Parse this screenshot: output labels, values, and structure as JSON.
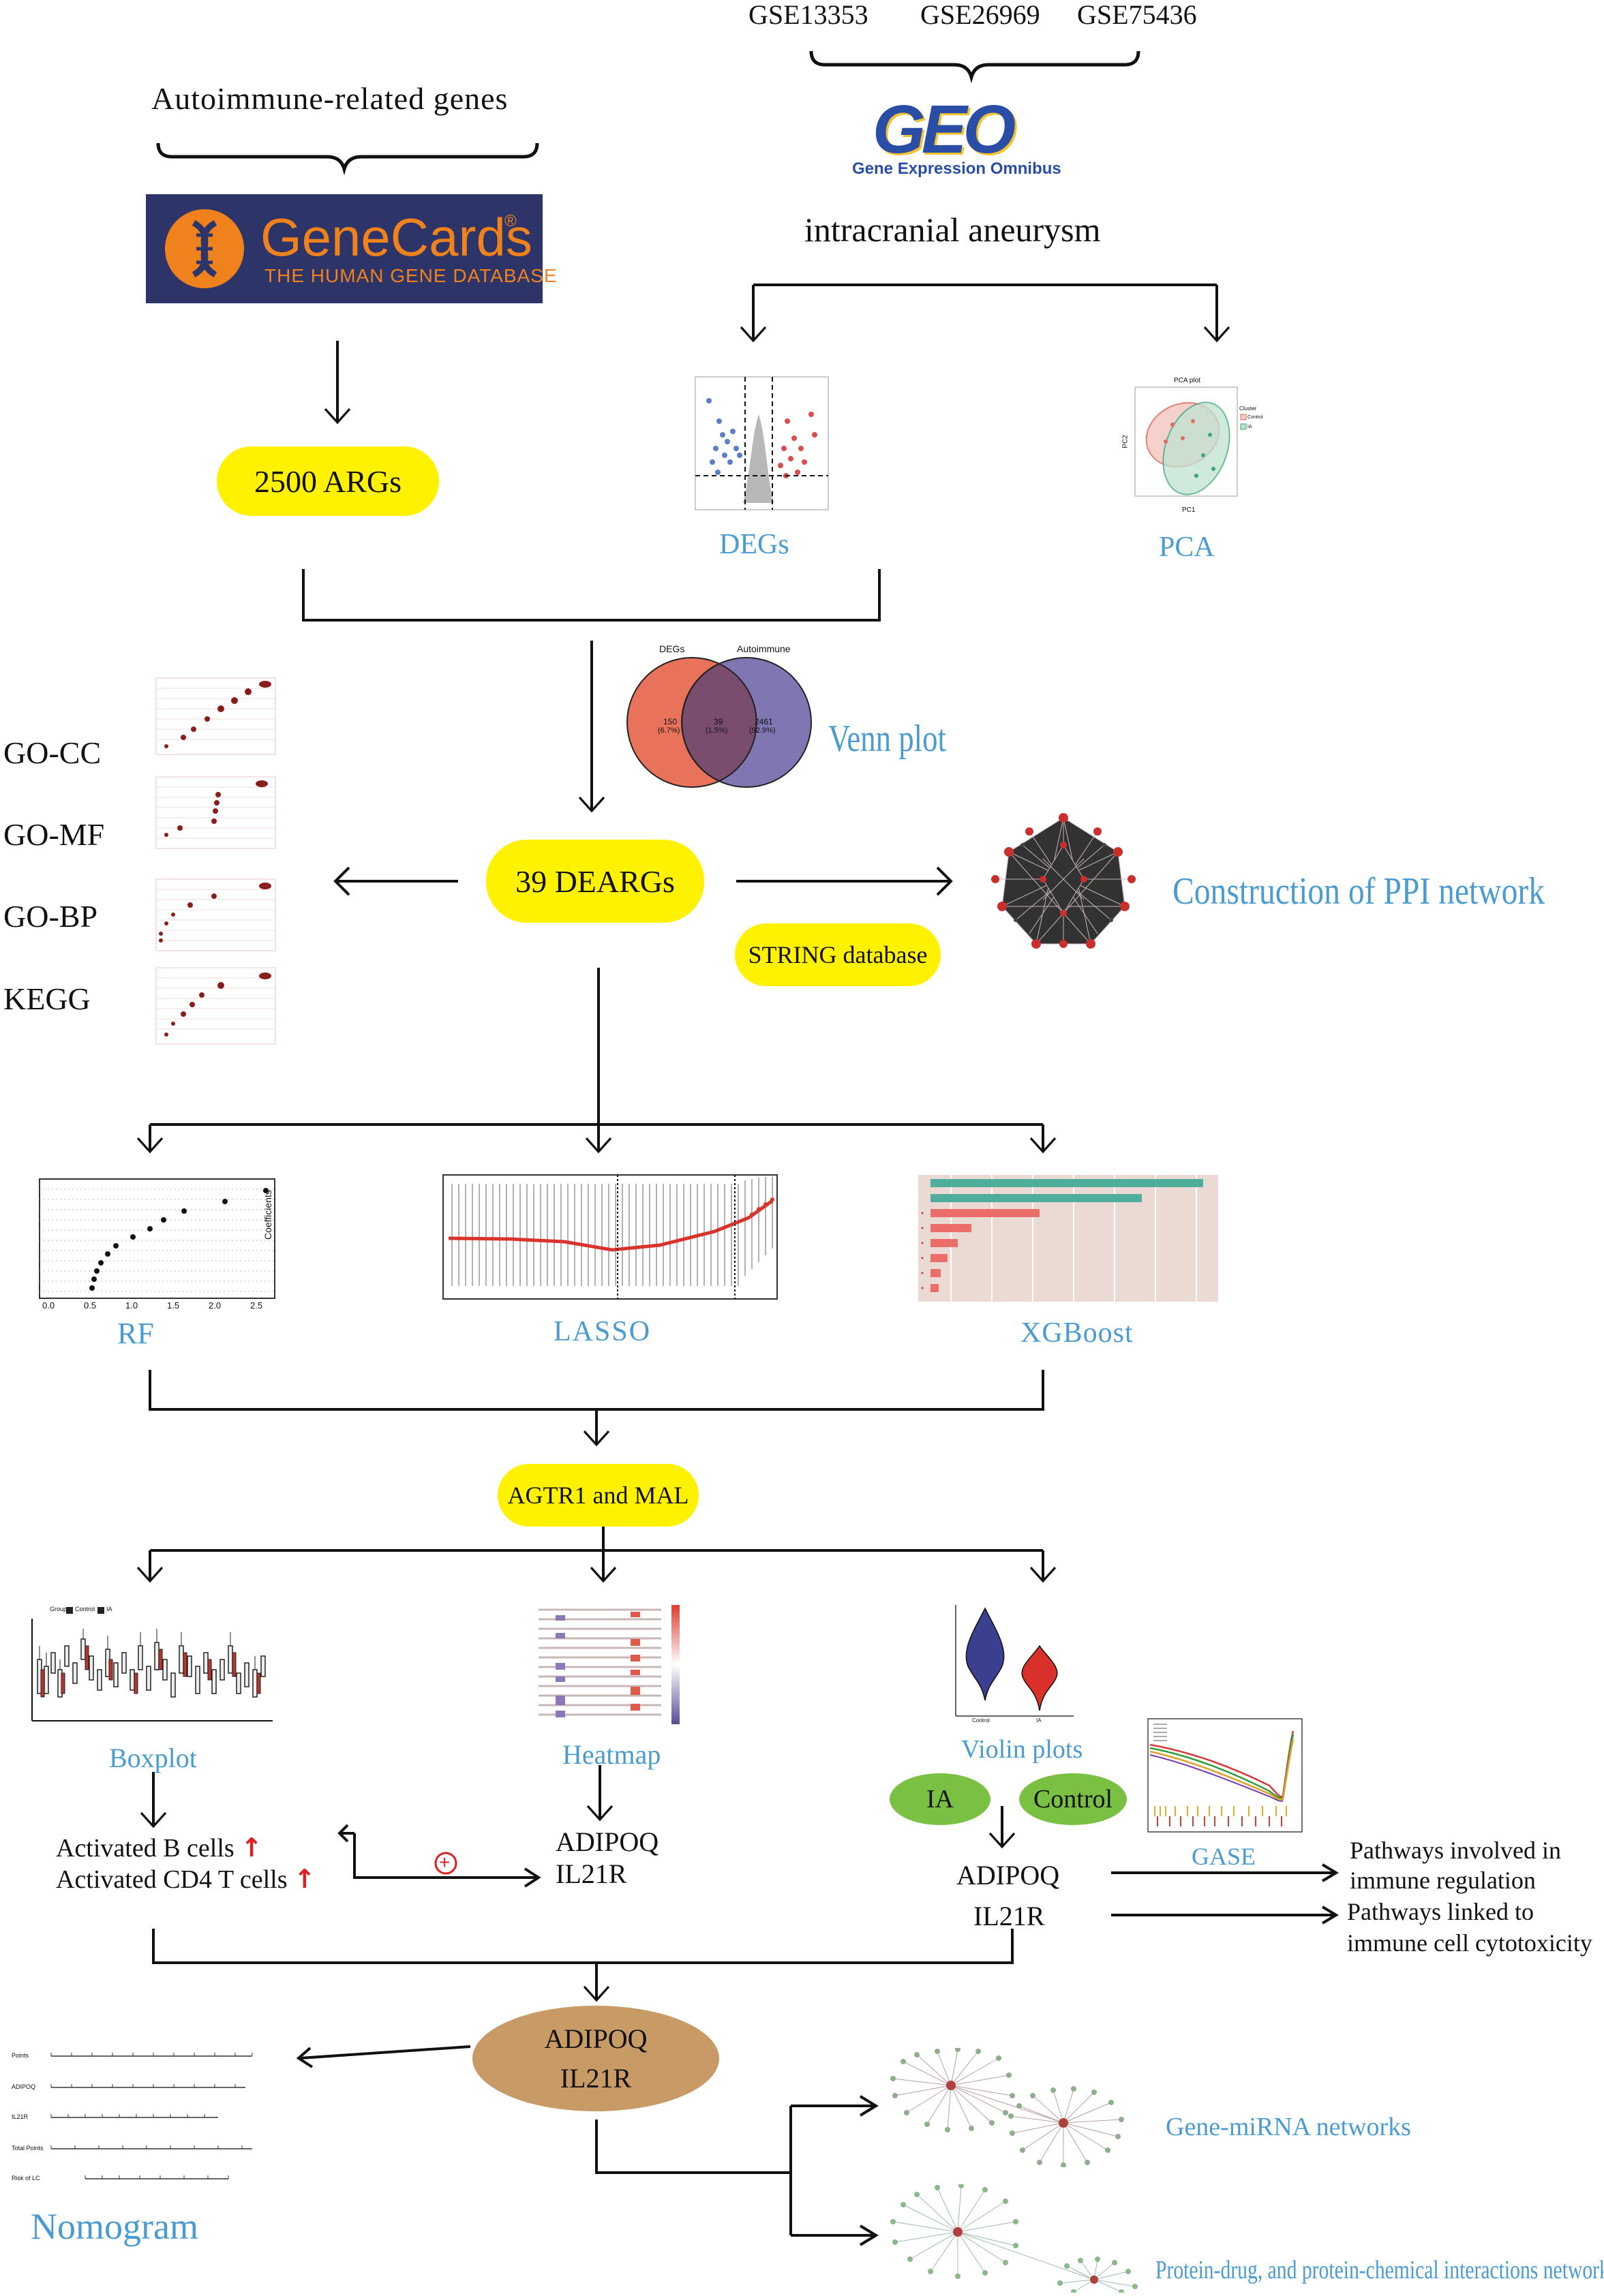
{
  "datasets": {
    "items": [
      "GSE13353",
      "GSE26969",
      "GSE75436"
    ]
  },
  "sources": {
    "autoimmune_label": "Autoimmune-related genes",
    "genecards_title": "GeneCards",
    "genecards_reg": "®",
    "genecards_subtitle": "THE HUMAN GENE DATABASE",
    "geo_title": "GEO",
    "geo_subtitle": "Gene Expression Omnibus",
    "disease_label": "intracranial aneurysm"
  },
  "nodes": {
    "args": "2500 ARGs",
    "deargs": "39 DEARGs",
    "string_db": "STRING database",
    "agtr1_mal": "AGTR1 and MAL",
    "ia": "IA",
    "control": "Control",
    "hub_genes": [
      "ADIPOQ",
      "IL21R"
    ]
  },
  "plots": {
    "degs": "DEGs",
    "pca": "PCA",
    "pca_title": "PCA plot",
    "pca_axis_x": "PC1",
    "pca_axis_y": "PC2",
    "pca_legend_title": "Cluster",
    "pca_legend_items": [
      "Control",
      "IA"
    ],
    "venn": "Venn plot",
    "venn_left_title": "DEGs",
    "venn_right_title": "Autoimmune",
    "venn_left_count": "150",
    "venn_left_pct": "(6.7%)",
    "venn_mid_count": "39",
    "venn_mid_pct": "(1.5%)",
    "venn_right_count": "2461",
    "venn_right_pct": "(92.9%)",
    "ppi": "Construction of PPI network",
    "rf": "RF",
    "rf_ylabel": "Coefficients",
    "rf_ticks": [
      "0.0",
      "0.5",
      "1.0",
      "1.5",
      "2.0",
      "2.5"
    ],
    "lasso": "LASSO",
    "xgboost": "XGBoost",
    "boxplot": "Boxplot",
    "boxplot_legend_title": "Group",
    "boxplot_legend_items": [
      "Control",
      "IA"
    ],
    "heatmap": "Heatmap",
    "violin": "Violin plots",
    "violin_groups": [
      "Control",
      "IA"
    ],
    "gsea": "GASE",
    "nomogram": "Nomogram",
    "nomogram_rows": [
      "Points",
      "ADIPOQ",
      "IL21R",
      "Total Points",
      "Risk of LC"
    ],
    "gene_mirna": "Gene-miRNA networks",
    "protein_drug": "Protein-drug, and protein-chemical interactions networks"
  },
  "enrichment": {
    "items": [
      "GO-CC",
      "GO-MF",
      "GO-BP",
      "KEGG"
    ]
  },
  "immune": {
    "cells": [
      "Activated B cells",
      "Activated CD4 T cells"
    ],
    "arrow_glyph": "↑",
    "plus_glyph": "+"
  },
  "pathways": {
    "p1": [
      "Pathways involved in",
      "immune regulation"
    ],
    "p2": [
      "Pathways linked to",
      "immune cell cytotoxicity"
    ]
  },
  "colors": {
    "yellow": "#fff200",
    "blue_label": "#4a9cd0",
    "green": "#7ac043",
    "tan": "#c79a66",
    "genecards_bg": "#2d3468",
    "genecards_orange": "#f0821e",
    "venn_left": "#e8735a",
    "venn_right": "#7f76b2",
    "teal": "#5bb59e",
    "salmon": "#ec6e6a"
  }
}
